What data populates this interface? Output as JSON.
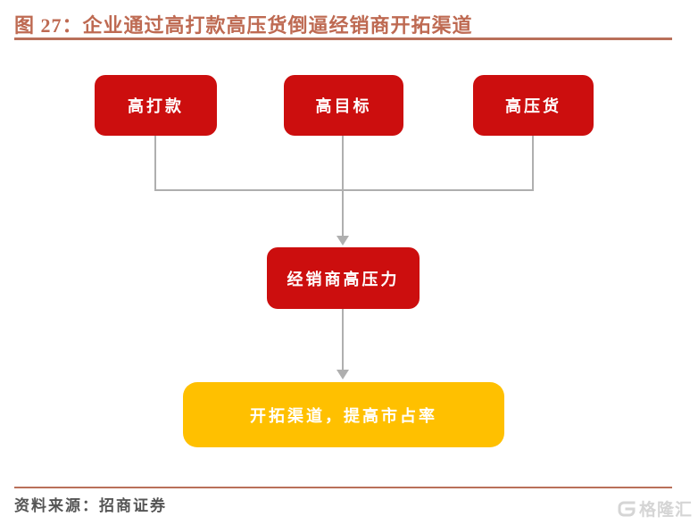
{
  "figure": {
    "title": "图 27：企业通过高打款高压货倒逼经销商开拓渠道",
    "source": "资料来源：招商证券"
  },
  "diagram": {
    "type": "flowchart",
    "top_boxes": [
      {
        "label": "高打款"
      },
      {
        "label": "高目标"
      },
      {
        "label": "高压货"
      }
    ],
    "middle_box": {
      "label": "经销商高压力"
    },
    "result_box": {
      "label": "开拓渠道，提高市占率"
    },
    "flow": "top_boxes -> middle_box -> result_box"
  },
  "colors": {
    "title_text": "#be6a52",
    "rule_line": "#b9705a",
    "box_red": "#cc0e0e",
    "box_yellow": "#ffc000",
    "box_text": "#ffffff",
    "connector_gray": "#afafaf",
    "source_text": "#555555",
    "watermark_gray": "#d5d5d5"
  },
  "watermark": {
    "brand": "格隆汇",
    "icon": "gelonghui-g-icon"
  }
}
